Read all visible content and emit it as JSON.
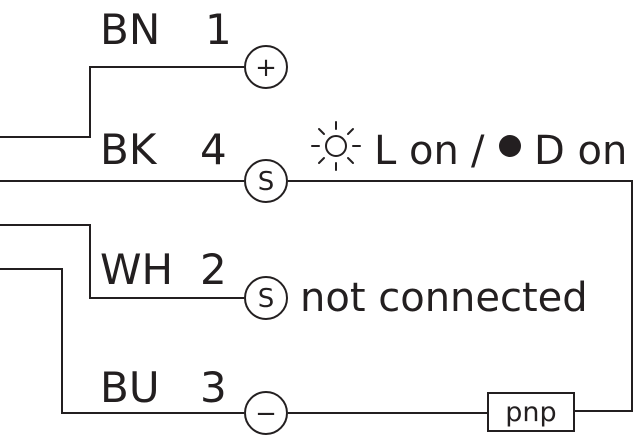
{
  "pins": [
    {
      "color": "BN",
      "number": "1",
      "symbol": "+"
    },
    {
      "color": "BK",
      "number": "4",
      "symbol": "S"
    },
    {
      "color": "WH",
      "number": "2",
      "symbol": "S"
    },
    {
      "color": "BU",
      "number": "3",
      "symbol": "−"
    }
  ],
  "bk_output": {
    "light_on": "L on",
    "separator": "/",
    "dark_on": "D on"
  },
  "wh_note": "not connected",
  "output_box": "pnp",
  "colors": {
    "line": "#231f20",
    "background": "#ffffff"
  },
  "icons": {
    "light": "sun-icon",
    "dark": "filled-dot-icon"
  }
}
